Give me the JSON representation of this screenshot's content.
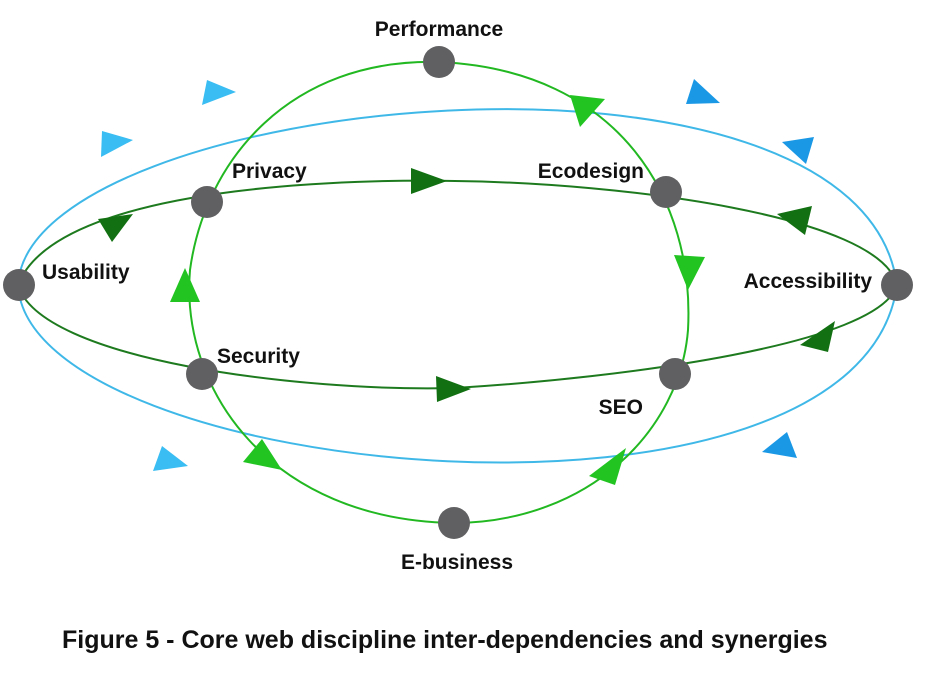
{
  "caption": "Figure 5 - Core web discipline inter-dependencies and synergies",
  "nodes": {
    "performance": "Performance",
    "privacy": "Privacy",
    "ecodesign": "Ecodesign",
    "usability": "Usability",
    "accessibility": "Accessibility",
    "security": "Security",
    "seo": "SEO",
    "ebusiness": "E-business"
  },
  "colors": {
    "outer_loop": "#3fb8e8",
    "outer_arrow_left": "#39bdf2",
    "outer_arrow_right": "#1a98e6",
    "dark_green_loop": "#1e7a1e",
    "dark_green_arrow": "#127012",
    "light_green_loop": "#22b822",
    "light_green_arrow": "#22c422",
    "node_fill": "#606062",
    "text": "#111111"
  }
}
